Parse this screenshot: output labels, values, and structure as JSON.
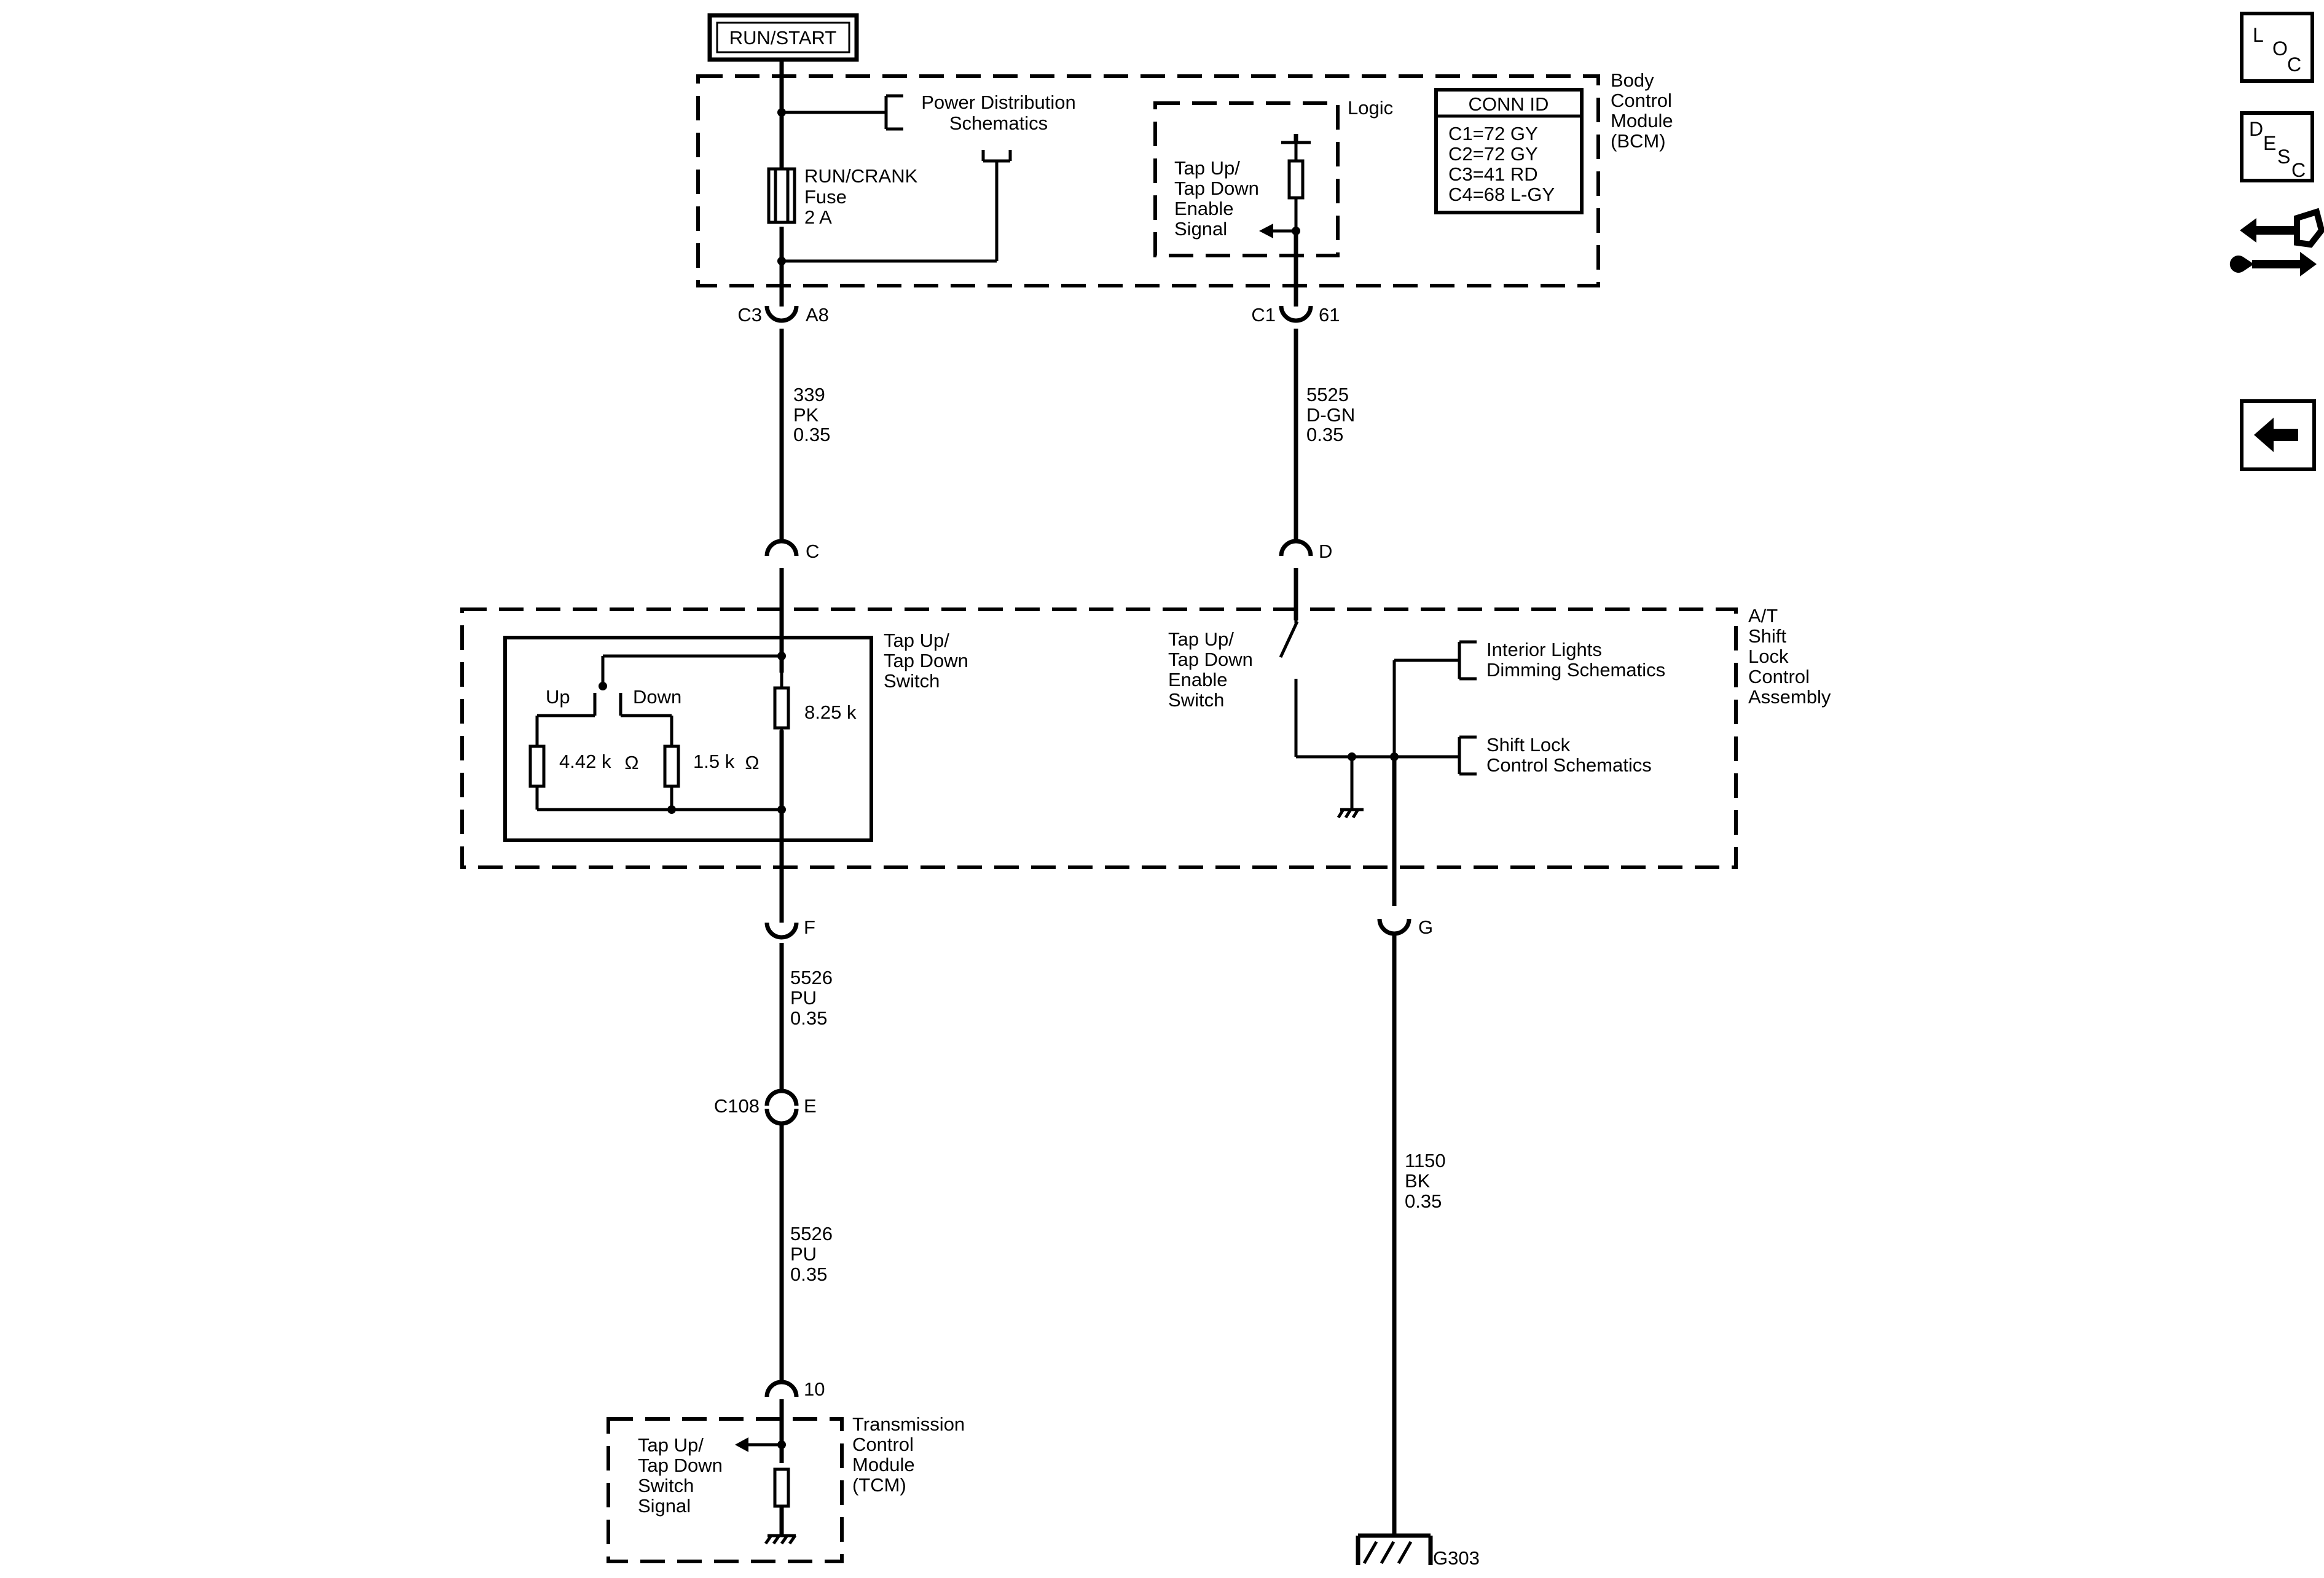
{
  "run_start": "RUN/START",
  "bcm": {
    "title": [
      "Body",
      "Control",
      "Module",
      "(BCM)"
    ],
    "power_dist": [
      "Power Distribution",
      "Schematics"
    ],
    "fuse": [
      "RUN/CRANK",
      "Fuse",
      "2 A"
    ],
    "logic": "Logic",
    "tap_signal": [
      "Tap Up/",
      "Tap Down",
      "Enable",
      "Signal"
    ],
    "conn_id_title": "CONN ID",
    "conn_ids": [
      "C1=72 GY",
      "C2=72 GY",
      "C3=41 RD",
      "C4=68 L-GY"
    ]
  },
  "connectors": {
    "c3": "C3",
    "a8": "A8",
    "c1": "C1",
    "p61": "61",
    "c": "C",
    "d": "D",
    "f": "F",
    "g": "G",
    "c108": "C108",
    "e": "E",
    "p10": "10"
  },
  "wires": {
    "w339": [
      "339",
      "PK",
      "0.35"
    ],
    "w5525": [
      "5525",
      "D-GN",
      "0.35"
    ],
    "w5526a": [
      "5526",
      "PU",
      "0.35"
    ],
    "w5526b": [
      "5526",
      "PU",
      "0.35"
    ],
    "w1150": [
      "1150",
      "BK",
      "0.35"
    ]
  },
  "shift_lock": {
    "title": [
      "A/T",
      "Shift",
      "Lock",
      "Control",
      "Assembly"
    ],
    "switch_label": [
      "Tap Up/",
      "Tap Down",
      "Switch"
    ],
    "up": "Up",
    "down": "Down",
    "r1": "8.25 k",
    "r2": "4.42 k",
    "r3": "1.5 k",
    "enable_switch": [
      "Tap Up/",
      "Tap Down",
      "Enable",
      "Switch"
    ],
    "interior_lights": [
      "Interior Lights",
      "Dimming Schematics"
    ],
    "shift_lock_ctrl": [
      "Shift Lock",
      "Control Schematics"
    ]
  },
  "tcm": {
    "title": [
      "Transmission",
      "Control",
      "Module",
      "(TCM)"
    ],
    "signal": [
      "Tap Up/",
      "Tap Down",
      "Switch",
      "Signal"
    ]
  },
  "ground": "G303",
  "nav": {
    "loc": [
      "L",
      "O",
      "C"
    ],
    "desc": [
      "D",
      "E",
      "S",
      "C"
    ],
    "exchange_icon": "connector-exchange-icon",
    "back_icon": "back-arrow-icon"
  }
}
